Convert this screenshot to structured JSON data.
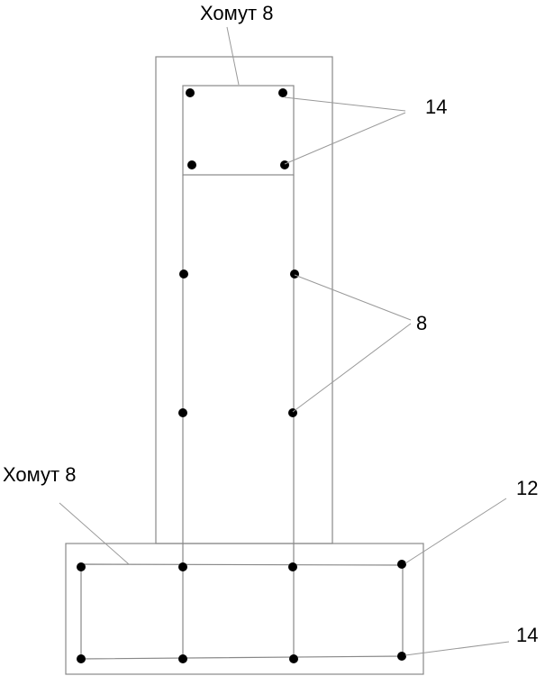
{
  "labels": {
    "column_stirrup": "Хомут 8",
    "column_top_bars": "14",
    "column_side_bars": "8",
    "footing_stirrup": "Хомут 8",
    "footing_top_bars": "12",
    "footing_bottom_bars": "14"
  },
  "colors": {
    "outline": "#888888",
    "rebar": "#000000",
    "leader": "#999999"
  }
}
